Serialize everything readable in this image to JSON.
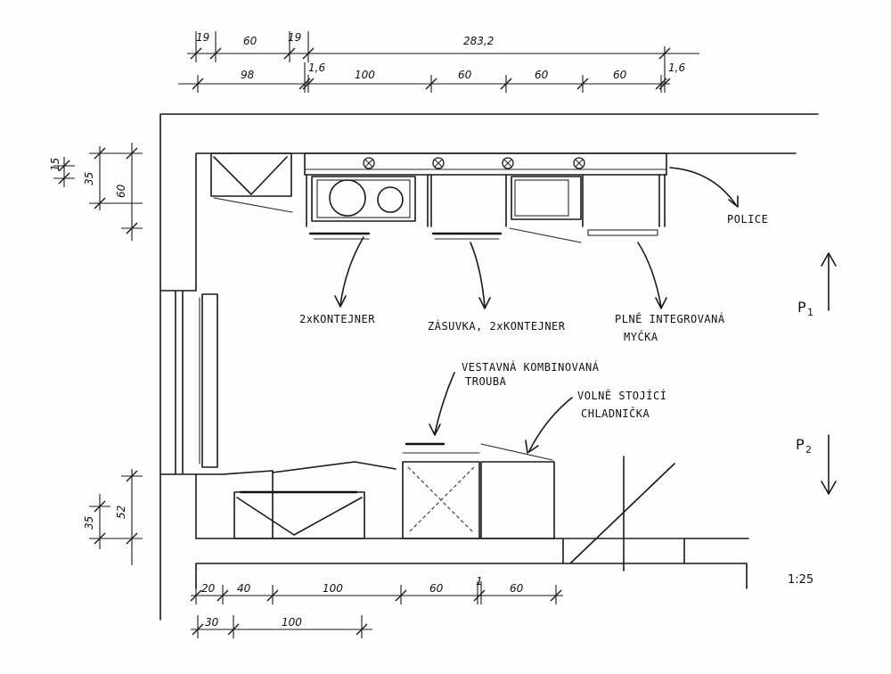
{
  "dimensions": {
    "top_row_1": [
      "19",
      "60",
      "19",
      "283,2"
    ],
    "top_row_2": [
      "98",
      "1,6",
      "100",
      "60",
      "60",
      "60",
      "1,6"
    ],
    "left_top": [
      "15",
      "35",
      "60"
    ],
    "left_bottom": [
      "35",
      "52"
    ],
    "bottom_row_1": [
      "20",
      "40",
      "100",
      "60",
      "1",
      "60"
    ],
    "bottom_row_2": [
      "30",
      "100"
    ]
  },
  "labels": {
    "kontejner": "2xKONTEJNER",
    "zasuvka": "ZÁSUVKA, 2xKONTEJNER",
    "mycka_line1": "PLNĚ INTEGROVANÁ",
    "mycka_line2": "MYČKA",
    "police": "POLICE",
    "trouba_line1": "VESTAVNÁ KOMBINOVANÁ",
    "trouba_line2": "TROUBA",
    "lednice_line1": "VOLNĚ STOJÍCÍ",
    "lednice_line2": "CHLADNIČKA"
  },
  "views": {
    "p1_letter": "P",
    "p1_index": "1",
    "p2_letter": "P",
    "p2_index": "2"
  },
  "scale": "1:25",
  "colors": {
    "ink": "#1a1a1a",
    "paper": "#fdfdfb"
  }
}
